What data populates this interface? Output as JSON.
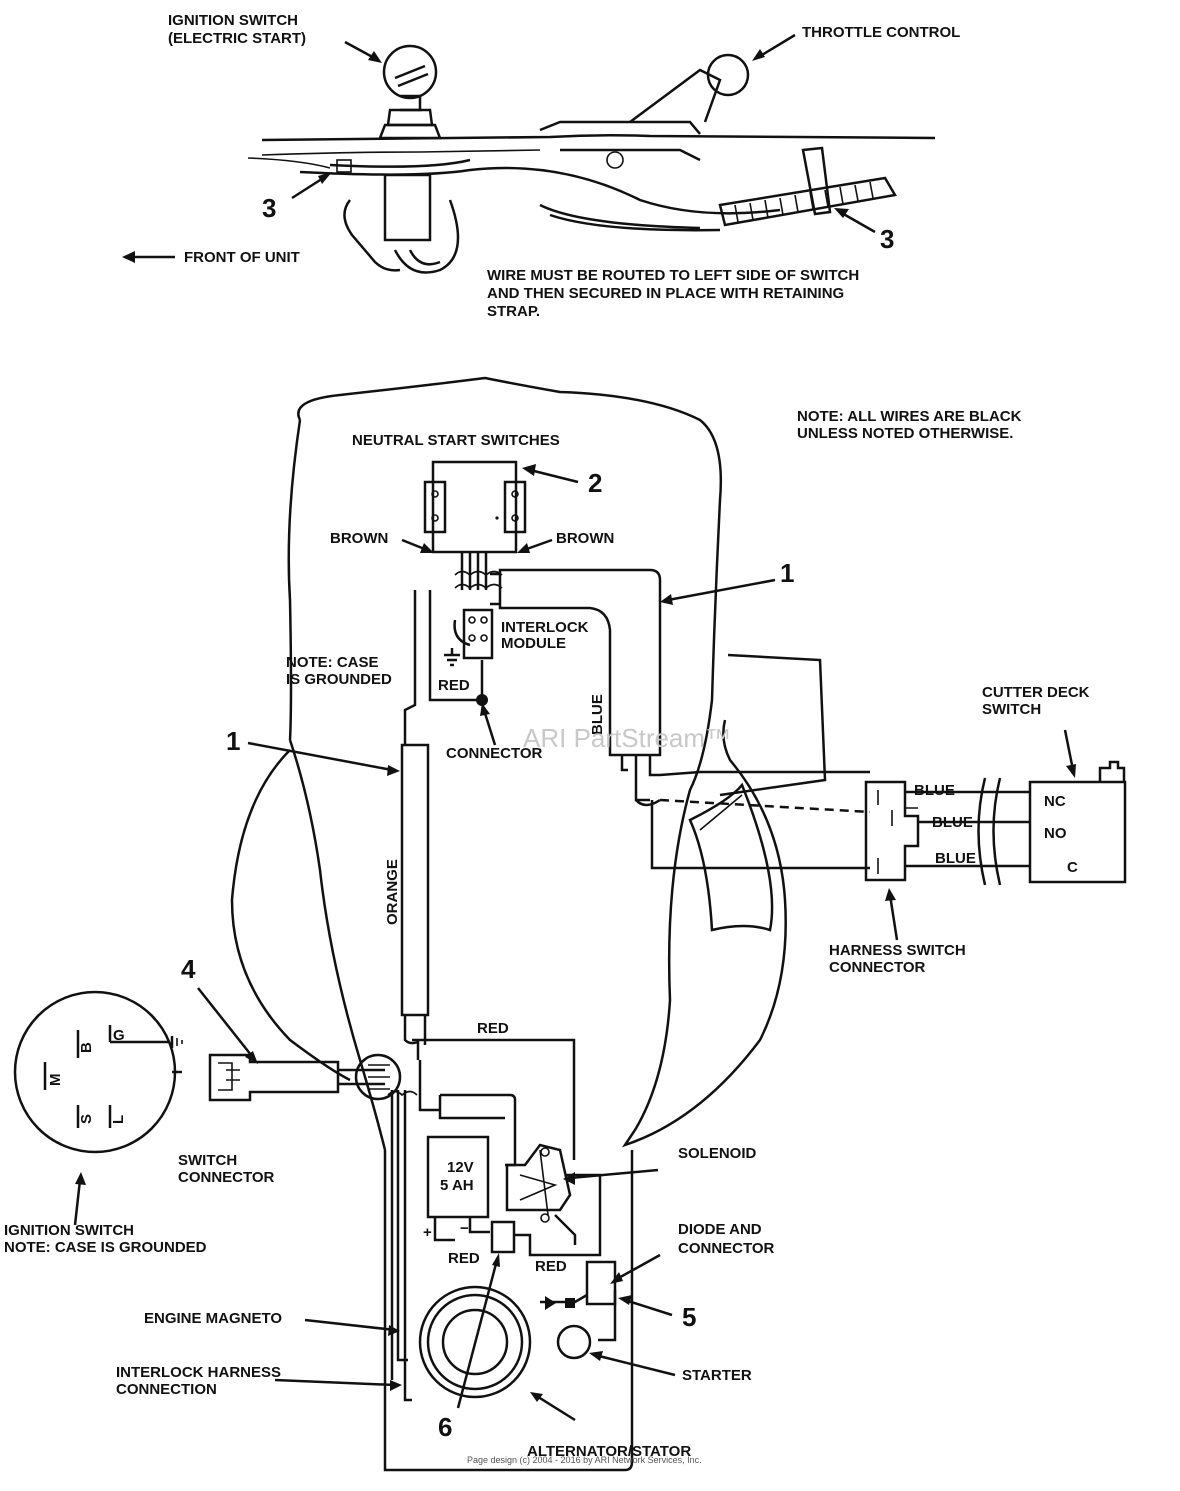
{
  "top": {
    "ignition_switch_label": [
      "IGNITION SWITCH",
      "(ELECTRIC START)"
    ],
    "throttle_label": "THROTTLE CONTROL",
    "front_label": "FRONT OF UNIT",
    "callout_3": "3",
    "wire_note": [
      "WIRE MUST BE ROUTED TO LEFT SIDE OF SWITCH",
      "AND THEN SECURED IN PLACE WITH RETAINING",
      "STRAP."
    ]
  },
  "main": {
    "note_wires": [
      "NOTE:  ALL WIRES ARE BLACK",
      "UNLESS NOTED OTHERWISE."
    ],
    "neutral_switches": "NEUTRAL START SWITCHES",
    "callout_2": "2",
    "brown": "BROWN",
    "callout_1": "1",
    "interlock_module": [
      "INTERLOCK",
      "MODULE"
    ],
    "note_case": [
      "NOTE: CASE",
      "IS GROUNDED"
    ],
    "red": "RED",
    "blue": "BLUE",
    "connector": "CONNECTOR",
    "orange": "ORANGE",
    "cutter_deck_switch": [
      "CUTTER DECK",
      "SWITCH"
    ],
    "nc": "NC",
    "no": "NO",
    "c": "C",
    "harness_switch_connector": [
      "HARNESS SWITCH",
      "CONNECTOR"
    ],
    "callout_4": "4",
    "ign_terms": {
      "m": "M",
      "b": "B",
      "g": "G",
      "s": "S",
      "l": "L"
    },
    "switch_connector": [
      "SWITCH",
      "CONNECTOR"
    ],
    "ignition_note": [
      "IGNITION SWITCH",
      "NOTE: CASE IS GROUNDED"
    ],
    "battery": [
      "12V",
      "5 AH"
    ],
    "plus": "+",
    "minus": "−",
    "solenoid": "SOLENOID",
    "diode_connector": [
      "DIODE AND",
      "CONNECTOR"
    ],
    "callout_5": "5",
    "engine_magneto": "ENGINE MAGNETO",
    "starter": "STARTER",
    "interlock_harness": [
      "INTERLOCK HARNESS",
      "CONNECTION"
    ],
    "callout_6": "6",
    "alternator": "ALTERNATOR/STATOR"
  },
  "watermark": "ARI PartStream™",
  "footer": "Page design (c) 2004 - 2016 by ARI Network Services, Inc."
}
